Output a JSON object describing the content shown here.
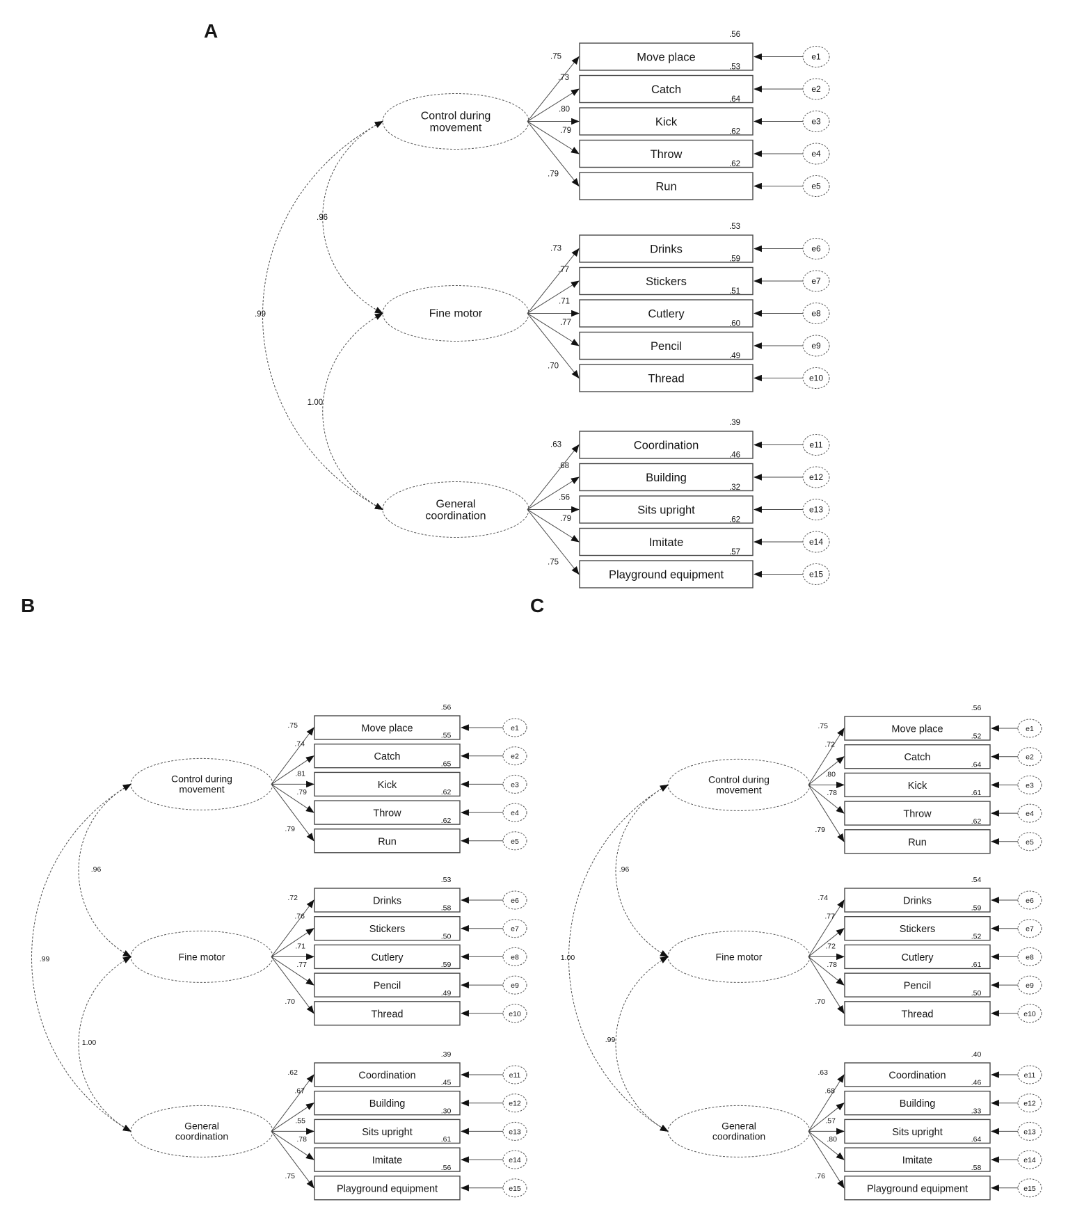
{
  "figure": {
    "description": "Confirmatory factor analysis path diagrams, three panels",
    "accent_color": "#161616",
    "panels": [
      {
        "id": "A",
        "label": "A",
        "factors": [
          {
            "name": "Control during movement",
            "name_lines": [
              "Control during",
              "movement"
            ],
            "indicators": [
              {
                "label": "Move place",
                "loading": ".75",
                "r2": ".56",
                "error": "e1"
              },
              {
                "label": "Catch",
                "loading": ".73",
                "r2": ".53",
                "error": "e2"
              },
              {
                "label": "Kick",
                "loading": ".80",
                "r2": ".64",
                "error": "e3"
              },
              {
                "label": "Throw",
                "loading": ".79",
                "r2": ".62",
                "error": "e4"
              },
              {
                "label": "Run",
                "loading": ".79",
                "r2": ".62",
                "error": "e5"
              }
            ]
          },
          {
            "name": "Fine motor",
            "name_lines": [
              "Fine motor"
            ],
            "indicators": [
              {
                "label": "Drinks",
                "loading": ".73",
                "r2": ".53",
                "error": "e6"
              },
              {
                "label": "Stickers",
                "loading": ".77",
                "r2": ".59",
                "error": "e7"
              },
              {
                "label": "Cutlery",
                "loading": ".71",
                "r2": ".51",
                "error": "e8"
              },
              {
                "label": "Pencil",
                "loading": ".77",
                "r2": ".60",
                "error": "e9"
              },
              {
                "label": "Thread",
                "loading": ".70",
                "r2": ".49",
                "error": "e10"
              }
            ]
          },
          {
            "name": "General coordination",
            "name_lines": [
              "General",
              "coordination"
            ],
            "indicators": [
              {
                "label": "Coordination",
                "loading": ".63",
                "r2": ".39",
                "error": "e11"
              },
              {
                "label": "Building",
                "loading": ".68",
                "r2": ".46",
                "error": "e12"
              },
              {
                "label": "Sits upright",
                "loading": ".56",
                "r2": ".32",
                "error": "e13"
              },
              {
                "label": "Imitate",
                "loading": ".79",
                "r2": ".62",
                "error": "e14"
              },
              {
                "label": "Playground equipment",
                "loading": ".75",
                "r2": ".57",
                "error": "e15"
              }
            ]
          }
        ],
        "correlations": [
          {
            "from": 0,
            "to": 1,
            "value": ".96"
          },
          {
            "from": 0,
            "to": 2,
            "value": ".99"
          },
          {
            "from": 1,
            "to": 2,
            "value": "1.00"
          }
        ]
      },
      {
        "id": "B",
        "label": "B",
        "factors": [
          {
            "name": "Control during movement",
            "name_lines": [
              "Control during",
              "movement"
            ],
            "indicators": [
              {
                "label": "Move place",
                "loading": ".75",
                "r2": ".56",
                "error": "e1"
              },
              {
                "label": "Catch",
                "loading": ".74",
                "r2": ".55",
                "error": "e2"
              },
              {
                "label": "Kick",
                "loading": ".81",
                "r2": ".65",
                "error": "e3"
              },
              {
                "label": "Throw",
                "loading": ".79",
                "r2": ".62",
                "error": "e4"
              },
              {
                "label": "Run",
                "loading": ".79",
                "r2": ".62",
                "error": "e5"
              }
            ]
          },
          {
            "name": "Fine motor",
            "name_lines": [
              "Fine motor"
            ],
            "indicators": [
              {
                "label": "Drinks",
                "loading": ".72",
                "r2": ".53",
                "error": "e6"
              },
              {
                "label": "Stickers",
                "loading": ".76",
                "r2": ".58",
                "error": "e7"
              },
              {
                "label": "Cutlery",
                "loading": ".71",
                "r2": ".50",
                "error": "e8"
              },
              {
                "label": "Pencil",
                "loading": ".77",
                "r2": ".59",
                "error": "e9"
              },
              {
                "label": "Thread",
                "loading": ".70",
                "r2": ".49",
                "error": "e10"
              }
            ]
          },
          {
            "name": "General coordination",
            "name_lines": [
              "General",
              "coordination"
            ],
            "indicators": [
              {
                "label": "Coordination",
                "loading": ".62",
                "r2": ".39",
                "error": "e11"
              },
              {
                "label": "Building",
                "loading": ".67",
                "r2": ".45",
                "error": "e12"
              },
              {
                "label": "Sits upright",
                "loading": ".55",
                "r2": ".30",
                "error": "e13"
              },
              {
                "label": "Imitate",
                "loading": ".78",
                "r2": ".61",
                "error": "e14"
              },
              {
                "label": "Playground equipment",
                "loading": ".75",
                "r2": ".56",
                "error": "e15"
              }
            ]
          }
        ],
        "correlations": [
          {
            "from": 0,
            "to": 1,
            "value": ".96"
          },
          {
            "from": 0,
            "to": 2,
            "value": ".99"
          },
          {
            "from": 1,
            "to": 2,
            "value": "1.00"
          }
        ]
      },
      {
        "id": "C",
        "label": "C",
        "factors": [
          {
            "name": "Control during movement",
            "name_lines": [
              "Control during",
              "movement"
            ],
            "indicators": [
              {
                "label": "Move place",
                "loading": ".75",
                "r2": ".56",
                "error": "e1"
              },
              {
                "label": "Catch",
                "loading": ".72",
                "r2": ".52",
                "error": "e2"
              },
              {
                "label": "Kick",
                "loading": ".80",
                "r2": ".64",
                "error": "e3"
              },
              {
                "label": "Throw",
                "loading": ".78",
                "r2": ".61",
                "error": "e4"
              },
              {
                "label": "Run",
                "loading": ".79",
                "r2": ".62",
                "error": "e5"
              }
            ]
          },
          {
            "name": "Fine motor",
            "name_lines": [
              "Fine motor"
            ],
            "indicators": [
              {
                "label": "Drinks",
                "loading": ".74",
                "r2": ".54",
                "error": "e6"
              },
              {
                "label": "Stickers",
                "loading": ".77",
                "r2": ".59",
                "error": "e7"
              },
              {
                "label": "Cutlery",
                "loading": ".72",
                "r2": ".52",
                "error": "e8"
              },
              {
                "label": "Pencil",
                "loading": ".78",
                "r2": ".61",
                "error": "e9"
              },
              {
                "label": "Thread",
                "loading": ".70",
                "r2": ".50",
                "error": "e10"
              }
            ]
          },
          {
            "name": "General coordination",
            "name_lines": [
              "General",
              "coordination"
            ],
            "indicators": [
              {
                "label": "Coordination",
                "loading": ".63",
                "r2": ".40",
                "error": "e11"
              },
              {
                "label": "Building",
                "loading": ".68",
                "r2": ".46",
                "error": "e12"
              },
              {
                "label": "Sits upright",
                "loading": ".57",
                "r2": ".33",
                "error": "e13"
              },
              {
                "label": "Imitate",
                "loading": ".80",
                "r2": ".64",
                "error": "e14"
              },
              {
                "label": "Playground equipment",
                "loading": ".76",
                "r2": ".58",
                "error": "e15"
              }
            ]
          }
        ],
        "correlations": [
          {
            "from": 0,
            "to": 1,
            "value": ".96"
          },
          {
            "from": 0,
            "to": 2,
            "value": "1.00"
          },
          {
            "from": 1,
            "to": 2,
            "value": ".99"
          }
        ]
      }
    ]
  }
}
